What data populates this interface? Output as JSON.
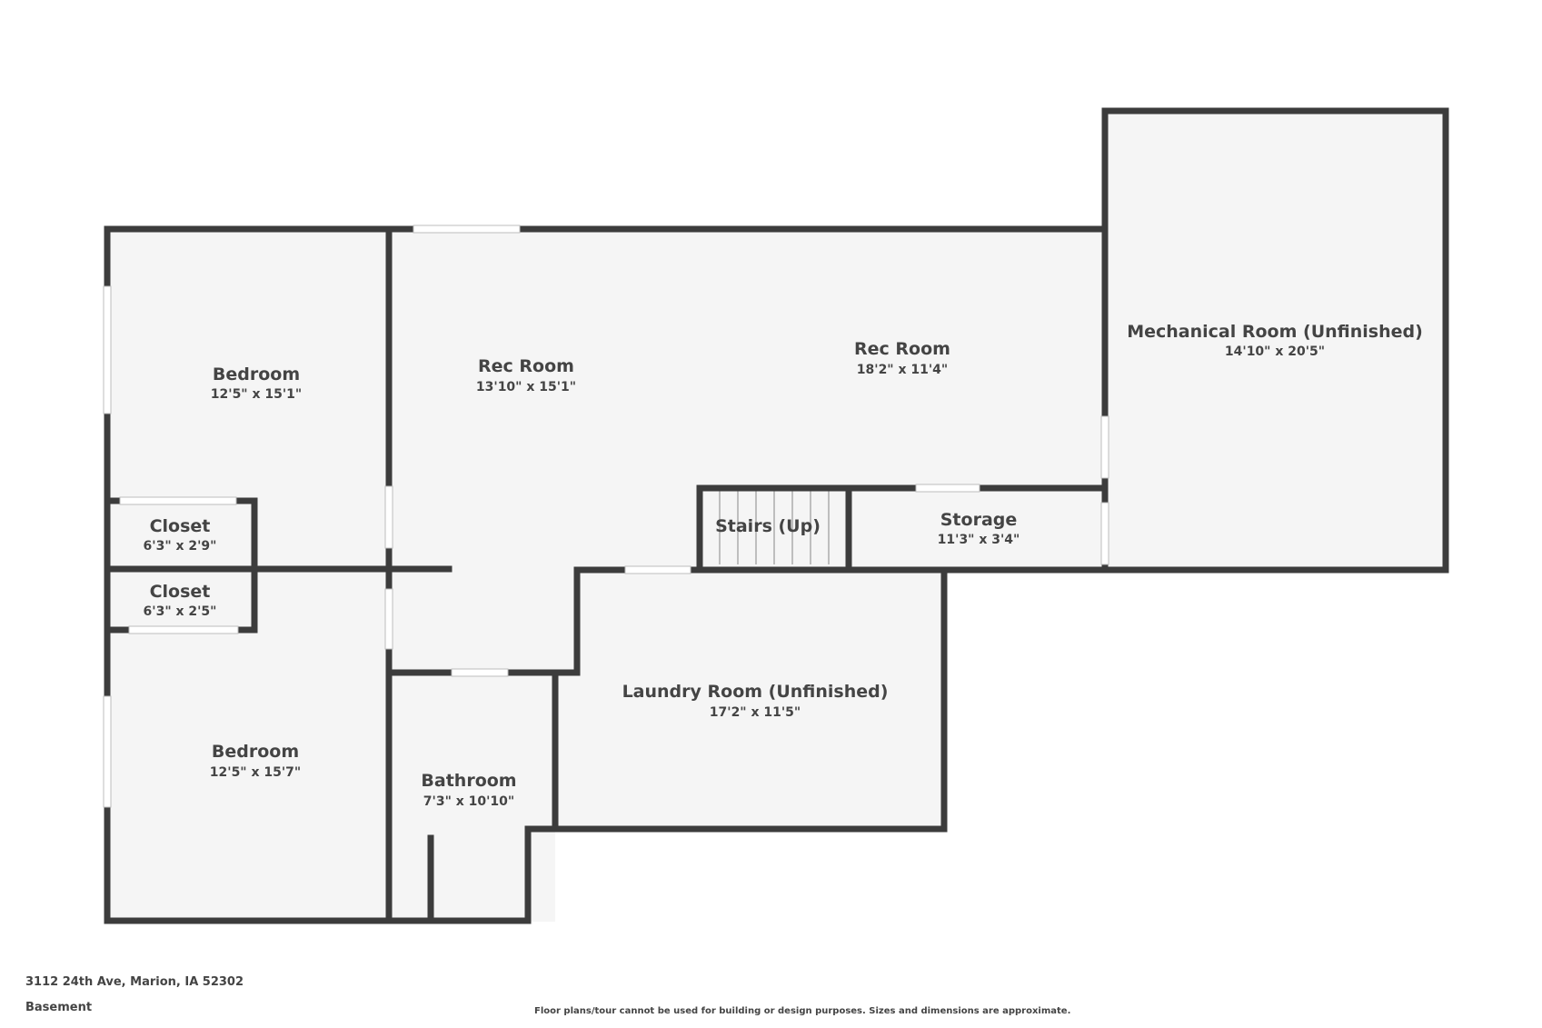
{
  "rooms": [
    {
      "name": "Bedroom",
      "dims": "12'5\" x 15'1\""
    },
    {
      "name": "Rec Room",
      "dims": "13'10\" x 15'1\""
    },
    {
      "name": "Rec Room",
      "dims": "18'2\" x 11'4\""
    },
    {
      "name": "Mechanical Room (Unfinished)",
      "dims": "14'10\" x 20'5\""
    },
    {
      "name": "Closet",
      "dims": "6'3\" x 2'9\""
    },
    {
      "name": "Stairs (Up)",
      "dims": ""
    },
    {
      "name": "Storage",
      "dims": "11'3\" x 3'4\""
    },
    {
      "name": "Closet",
      "dims": "6'3\" x 2'5\""
    },
    {
      "name": "Laundry Room (Unfinished)",
      "dims": "17'2\" x 11'5\""
    },
    {
      "name": "Bedroom",
      "dims": "12'5\" x 15'7\""
    },
    {
      "name": "Bathroom",
      "dims": "7'3\" x 10'10\""
    }
  ],
  "footer": {
    "address": "3112 24th Ave, Marion, IA 52302",
    "level": "Basement",
    "disclaimer": "Floor plans/tour cannot be used for building or design purposes. Sizes and dimensions are approximate."
  }
}
